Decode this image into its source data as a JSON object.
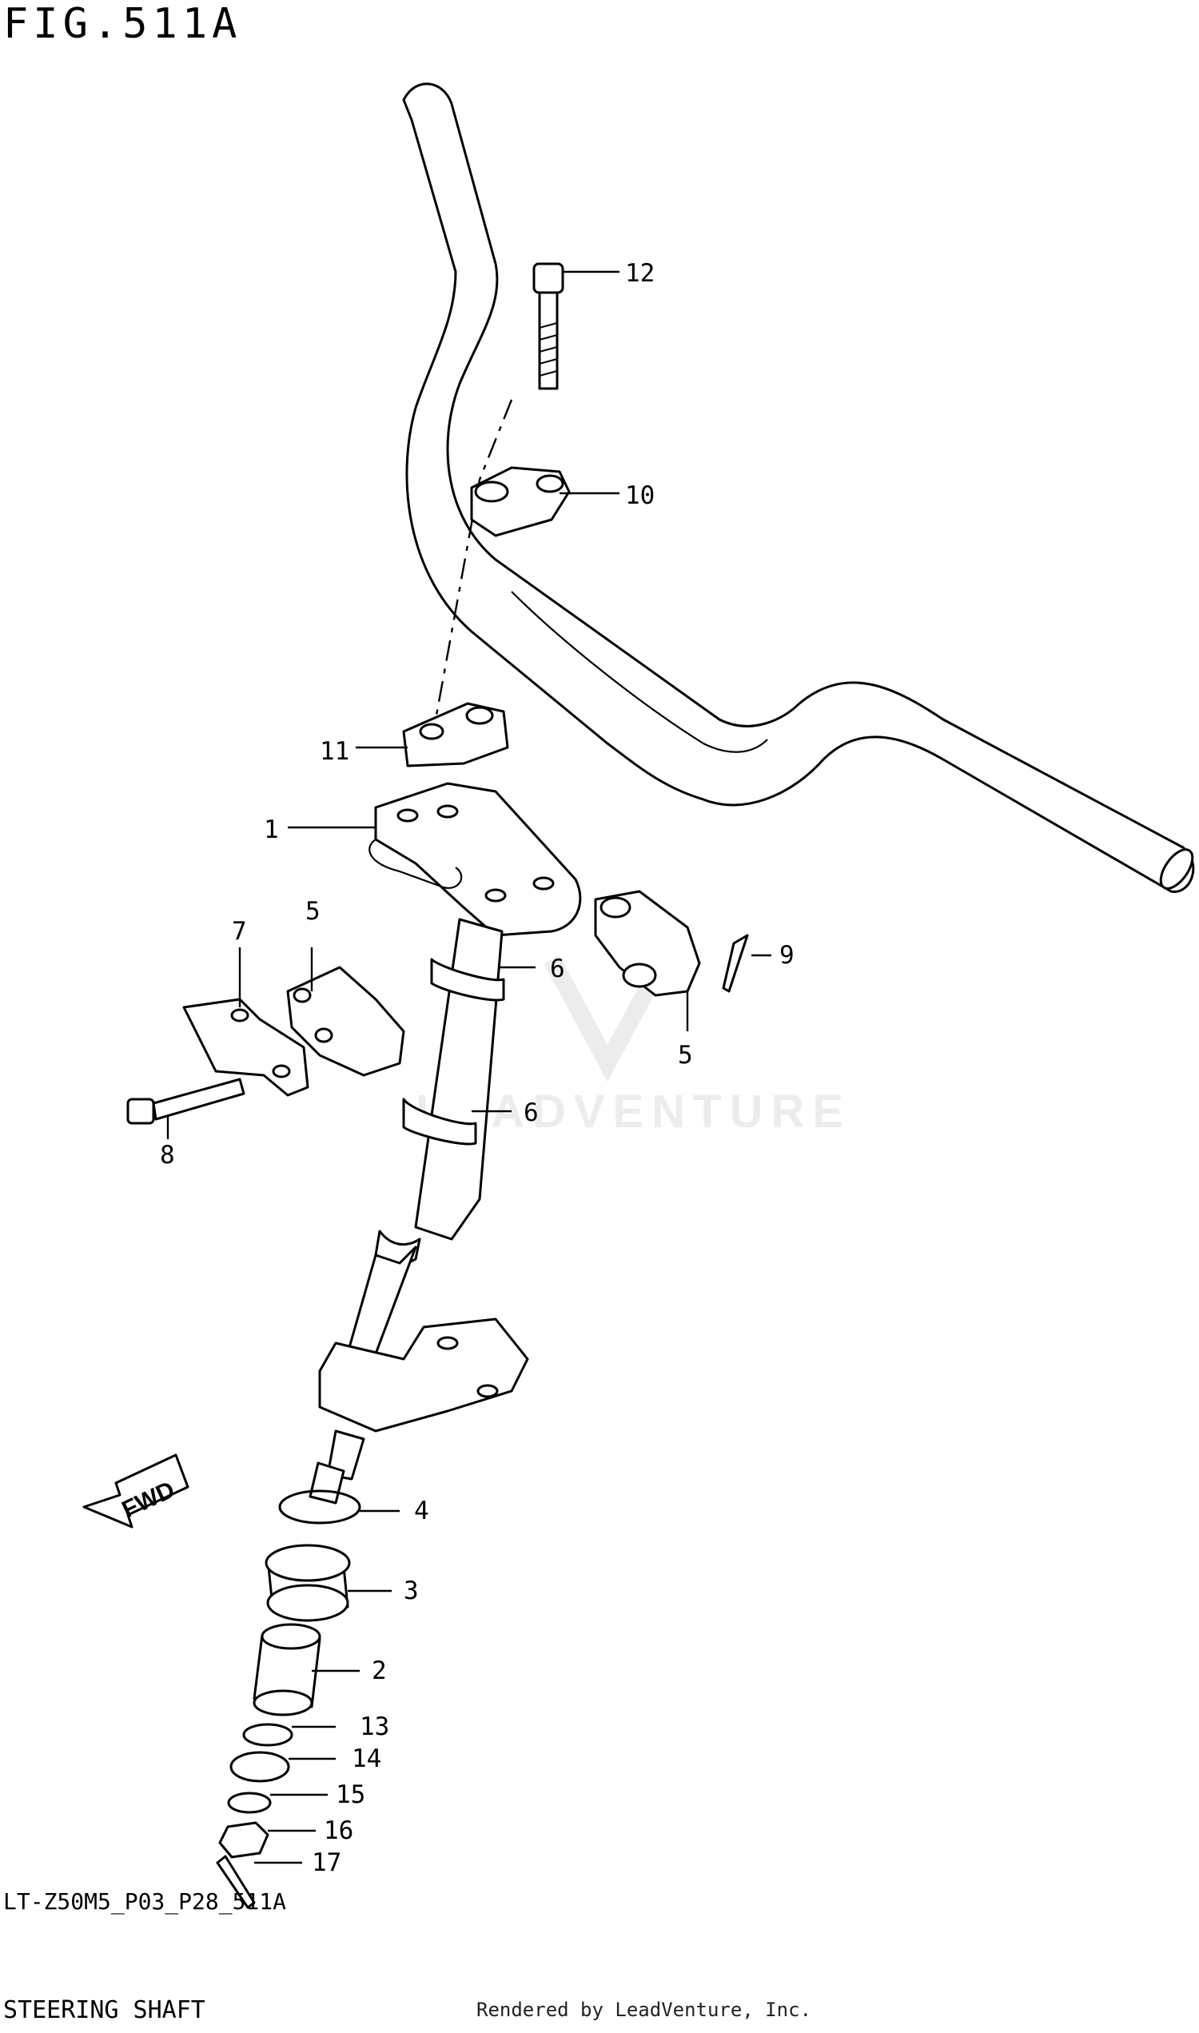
{
  "figure": {
    "title": "FIG.511A",
    "model_code": "LT-Z50M5_P03_P28_511A",
    "caption": "STEERING SHAFT",
    "rendered_by": "Rendered by LeadVenture, Inc.",
    "watermark": "LEADVENTURE",
    "fwd_label": "FWD"
  },
  "callouts": [
    {
      "num": "1",
      "part": "steering-shaft"
    },
    {
      "num": "2",
      "part": "bushing"
    },
    {
      "num": "3",
      "part": "seal-holder"
    },
    {
      "num": "4",
      "part": "o-ring"
    },
    {
      "num": "5",
      "part": "shaft-holder"
    },
    {
      "num": "5",
      "part": "shaft-holder"
    },
    {
      "num": "6",
      "part": "seal"
    },
    {
      "num": "6",
      "part": "seal"
    },
    {
      "num": "7",
      "part": "lock-plate"
    },
    {
      "num": "8",
      "part": "bolt"
    },
    {
      "num": "9",
      "part": "cotter-pin"
    },
    {
      "num": "10",
      "part": "handlebar-upper-clamp"
    },
    {
      "num": "11",
      "part": "handlebar-lower-clamp"
    },
    {
      "num": "12",
      "part": "clamp-bolt"
    },
    {
      "num": "13",
      "part": "washer"
    },
    {
      "num": "14",
      "part": "washer"
    },
    {
      "num": "15",
      "part": "washer"
    },
    {
      "num": "16",
      "part": "nut"
    },
    {
      "num": "17",
      "part": "cotter-pin"
    }
  ]
}
